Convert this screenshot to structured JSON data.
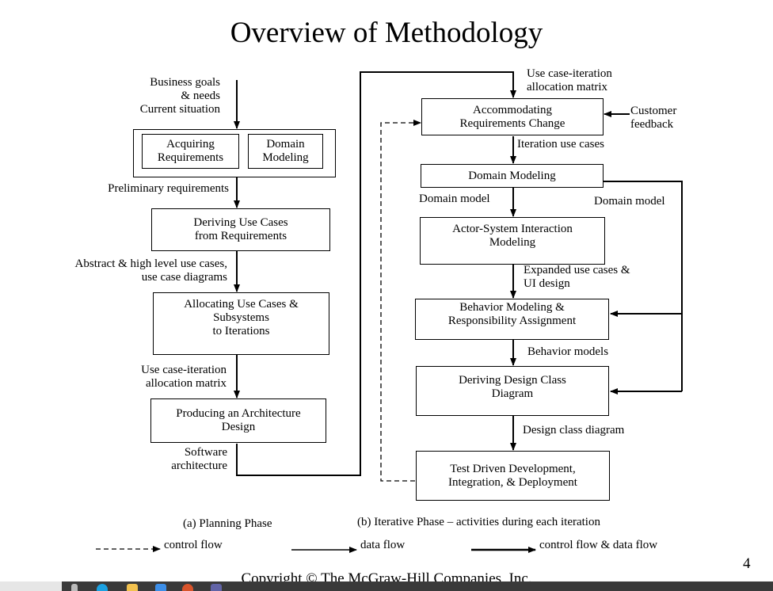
{
  "title": "Overview of Methodology",
  "page_number": "4",
  "copyright": "Copyright © The McGraw-Hill Companies, Inc.",
  "planning": {
    "inputs": [
      "Business goals",
      "& needs",
      "Current situation"
    ],
    "acquiring": "Acquiring\nRequirements",
    "domain_modeling": "Domain\nModeling",
    "preliminary_requirements": "Preliminary requirements",
    "deriving_use_cases": "Deriving Use Cases\nfrom Requirements",
    "abstract_use_cases": [
      "Abstract & high level use cases,",
      "use case diagrams"
    ],
    "allocating": "Allocating Use Cases &\nSubsystems\nto Iterations",
    "allocation_matrix": [
      "Use case-iteration",
      "allocation matrix"
    ],
    "architecture_design": "Producing an Architecture\nDesign",
    "software_architecture": [
      "Software",
      "architecture"
    ],
    "caption": "(a) Planning Phase"
  },
  "iterative": {
    "allocation_matrix": [
      "Use case-iteration",
      "allocation matrix"
    ],
    "accommodating": "Accommodating\nRequirements Change",
    "customer_feedback": [
      "Customer",
      "feedback"
    ],
    "iteration_use_cases": "Iteration use cases",
    "domain_modeling": "Domain Modeling",
    "domain_model_left": "Domain model",
    "domain_model_right": "Domain model",
    "actor_system": "Actor-System Interaction\nModeling",
    "expanded_use_cases": [
      "Expanded use cases &",
      "UI design"
    ],
    "behavior_modeling": "Behavior Modeling &\nResponsibility Assignment",
    "behavior_models": "Behavior models",
    "design_class": "Deriving Design Class\nDiagram",
    "design_class_diagram": "Design class diagram",
    "tdd": "Test Driven Development,\nIntegration, & Deployment",
    "caption": "(b) Iterative Phase – activities during each iteration"
  },
  "legend": {
    "control_flow": "control flow",
    "data_flow": "data flow",
    "control_and_data_flow": "control flow & data flow"
  }
}
